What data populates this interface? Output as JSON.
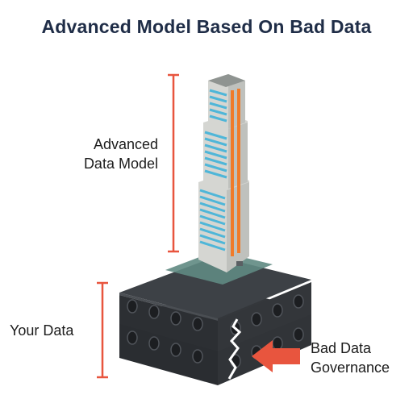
{
  "title": "Advanced Model Based On Bad Data",
  "labels": {
    "model_line1": "Advanced",
    "model_line2": "Data Model",
    "your_data": "Your Data",
    "gov_line1": "Bad Data",
    "gov_line2": "Governance"
  },
  "colors": {
    "title": "#1f2d47",
    "bracket": "#e8553e",
    "arrow": "#e8553e",
    "slab_top": "#3b3f44",
    "slab_side": "#2b2e32",
    "tower_glass": "#4fb6d8",
    "tower_wall": "#d5d6d2",
    "pipe": "#f07b2a",
    "plaza": "#5f8a82"
  },
  "icons": [
    "crack-icon",
    "arrow-right-icon"
  ]
}
